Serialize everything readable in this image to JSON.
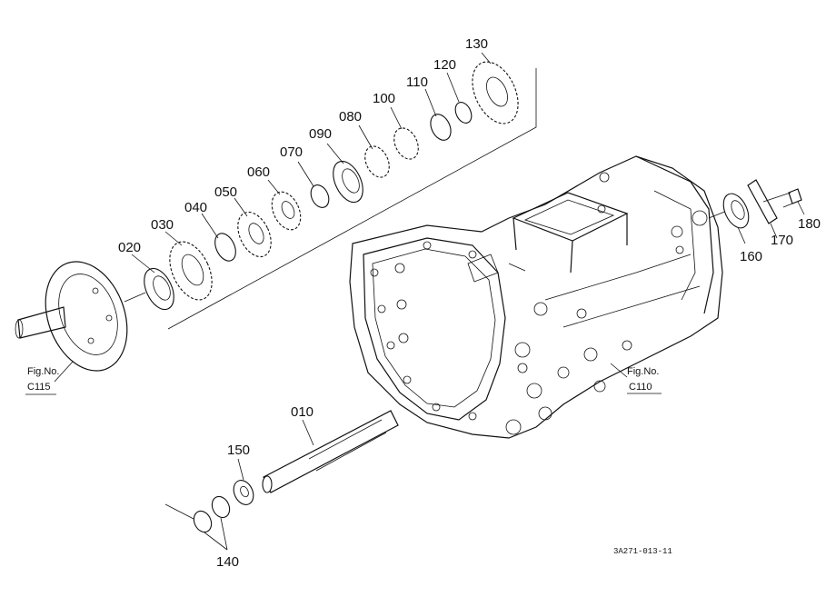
{
  "parts": [
    {
      "id": "p010",
      "label": "010"
    },
    {
      "id": "p020",
      "label": "020"
    },
    {
      "id": "p030",
      "label": "030"
    },
    {
      "id": "p040",
      "label": "040"
    },
    {
      "id": "p050",
      "label": "050"
    },
    {
      "id": "p060",
      "label": "060"
    },
    {
      "id": "p070",
      "label": "070"
    },
    {
      "id": "p080",
      "label": "080"
    },
    {
      "id": "p090",
      "label": "090"
    },
    {
      "id": "p100",
      "label": "100"
    },
    {
      "id": "p110",
      "label": "110"
    },
    {
      "id": "p120",
      "label": "120"
    },
    {
      "id": "p130",
      "label": "130"
    },
    {
      "id": "p140",
      "label": "140"
    },
    {
      "id": "p150",
      "label": "150"
    },
    {
      "id": "p160",
      "label": "160"
    },
    {
      "id": "p170",
      "label": "170"
    },
    {
      "id": "p180",
      "label": "180"
    }
  ],
  "references": {
    "left": {
      "line1": "Fig.No.",
      "line2": "C115"
    },
    "right": {
      "line1": "Fig.No.",
      "line2": "C110"
    }
  },
  "drawing_code": "3A271-013-11"
}
